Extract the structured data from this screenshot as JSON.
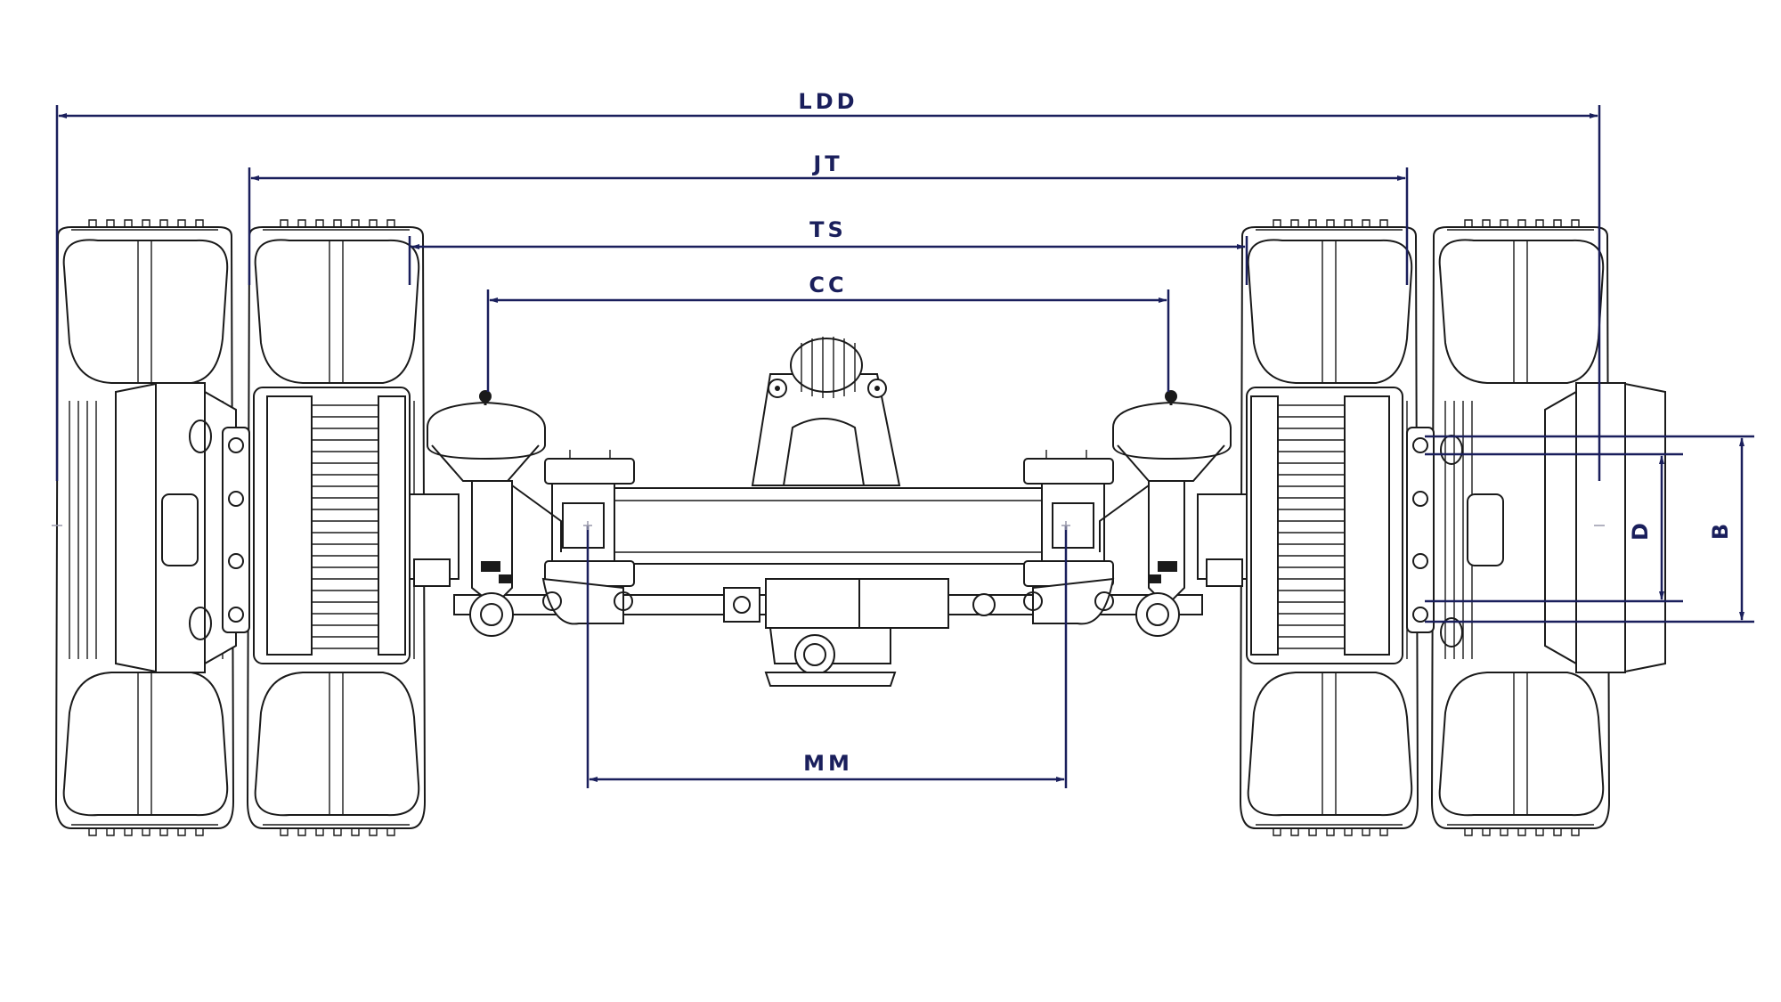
{
  "colors": {
    "dimension": "#1a1f5c",
    "drawing": "#1a1a1a",
    "background": "#ffffff"
  },
  "dimensions": {
    "ldd": "LDD",
    "jt": "JT",
    "ts": "TS",
    "cc": "CC",
    "mm": "MM",
    "d": "D",
    "b": "B"
  }
}
